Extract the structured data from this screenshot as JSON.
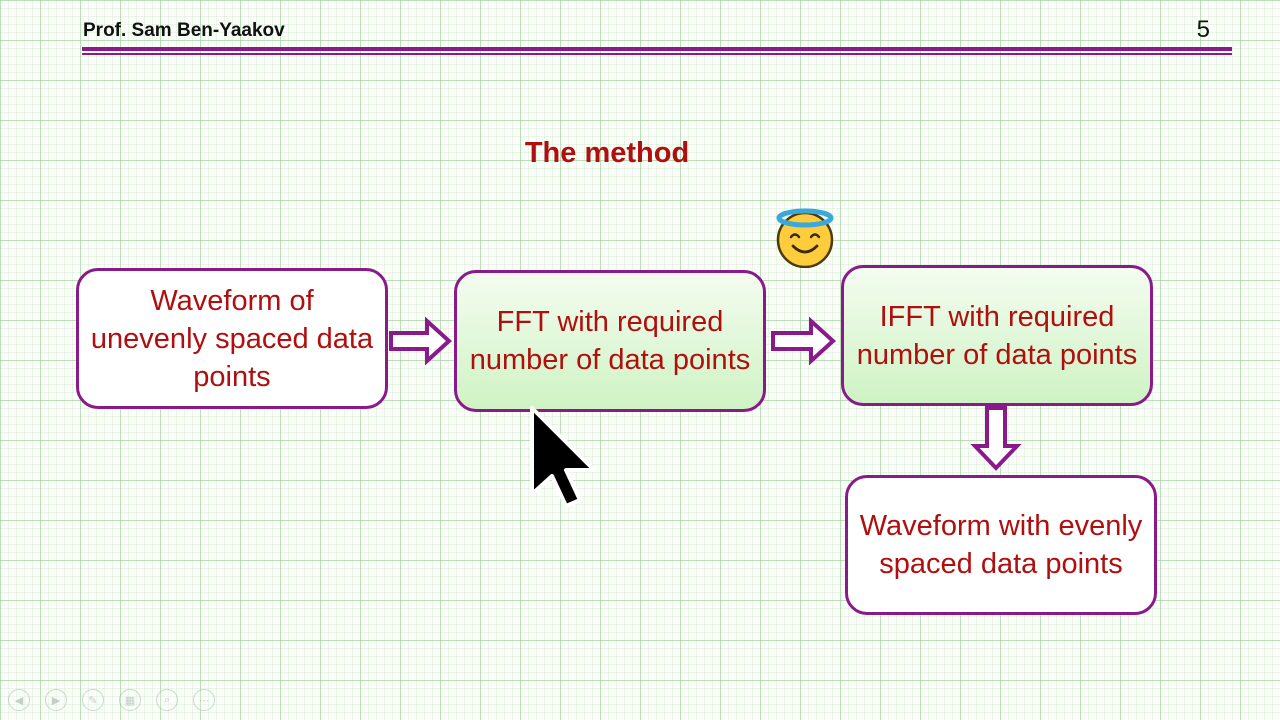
{
  "header": {
    "author": "Prof. Sam Ben-Yaakov",
    "slide_number": "5"
  },
  "title": "The method",
  "flow": {
    "box_uneven": "Waveform of unevenly spaced data points",
    "box_fft": "FFT with required number of data points",
    "box_ifft": "IFFT with required number of data points",
    "box_even": "Waveform with evenly spaced data points"
  },
  "icons": {
    "face": "smiling-face-with-halo-icon",
    "cursor": "mouse-cursor-icon",
    "toolbar": [
      "previous-slide-icon",
      "next-slide-icon",
      "pen-icon",
      "slides-grid-icon",
      "zoom-icon",
      "more-options-icon"
    ]
  },
  "colors": {
    "accent": "#8a1a8c",
    "text_red": "#b00f0f",
    "box_green": "#cff3c4"
  }
}
